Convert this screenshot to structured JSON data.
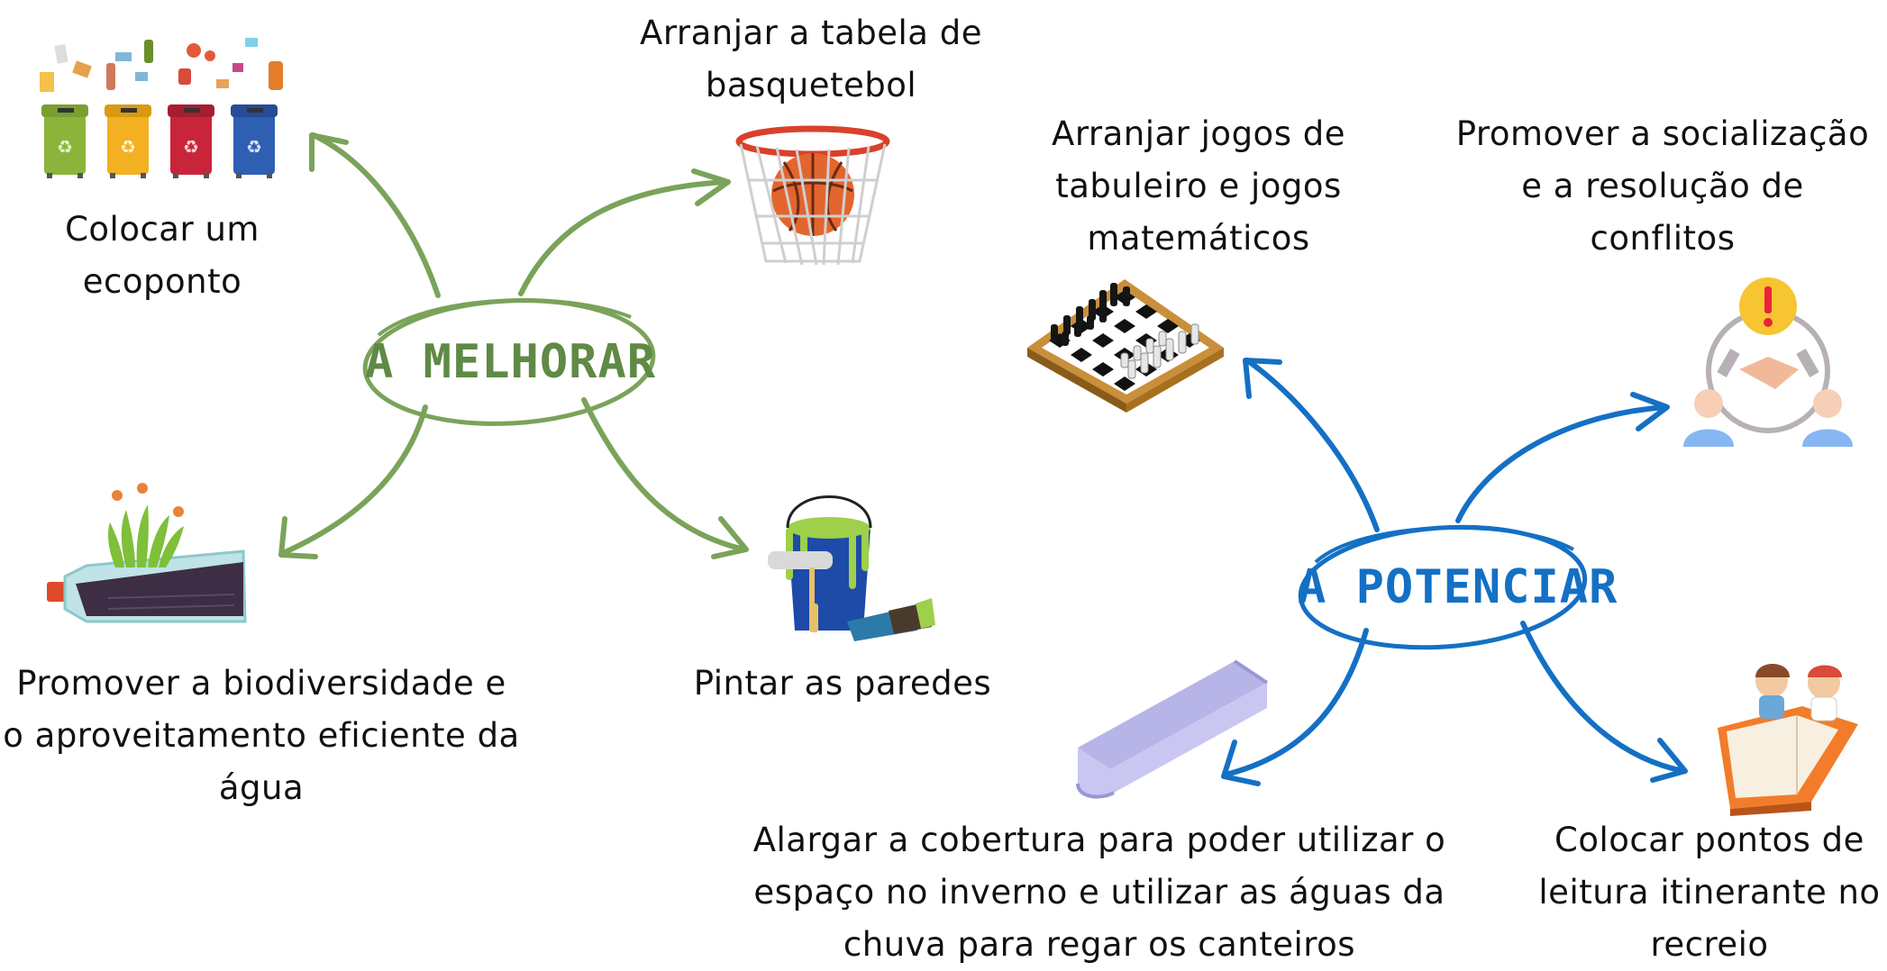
{
  "hubs": {
    "melhorar": {
      "label": "A MELHORAR",
      "color": "#7aa35a",
      "text_color": "#5f8a45"
    },
    "potenciar": {
      "label": "A POTENCIAR",
      "color": "#1470c4",
      "text_color": "#1470c4"
    }
  },
  "nodes": {
    "ecoponto": {
      "lines": [
        "Colocar um",
        "ecoponto"
      ],
      "icon": "recycling-bins-icon"
    },
    "tabela": {
      "lines": [
        "Arranjar a tabela de",
        "basquetebol"
      ],
      "icon": "basketball-hoop-icon"
    },
    "biodiversidade": {
      "lines": [
        "Promover a biodiversidade e",
        "o aproveitamento eficiente da",
        "água"
      ],
      "icon": "bottle-planter-icon"
    },
    "paredes": {
      "lines": [
        "Pintar as paredes"
      ],
      "icon": "paint-bucket-roller-icon"
    },
    "jogos": {
      "lines": [
        "Arranjar jogos de",
        "tabuleiro e jogos",
        "matemáticos"
      ],
      "icon": "chessboard-icon"
    },
    "socializacao": {
      "lines": [
        "Promover a socialização",
        "e a  resolução de",
        "conflitos"
      ],
      "icon": "handshake-conflict-icon"
    },
    "cobertura": {
      "lines": [
        "Alargar a cobertura para poder utilizar o",
        "espaço no inverno e utilizar as águas da",
        "chuva para regar os canteiros"
      ],
      "icon": "rain-gutter-icon"
    },
    "leitura": {
      "lines": [
        "Colocar pontos de",
        "leitura itinerante no",
        "recreio"
      ],
      "icon": "children-reading-book-icon"
    }
  }
}
